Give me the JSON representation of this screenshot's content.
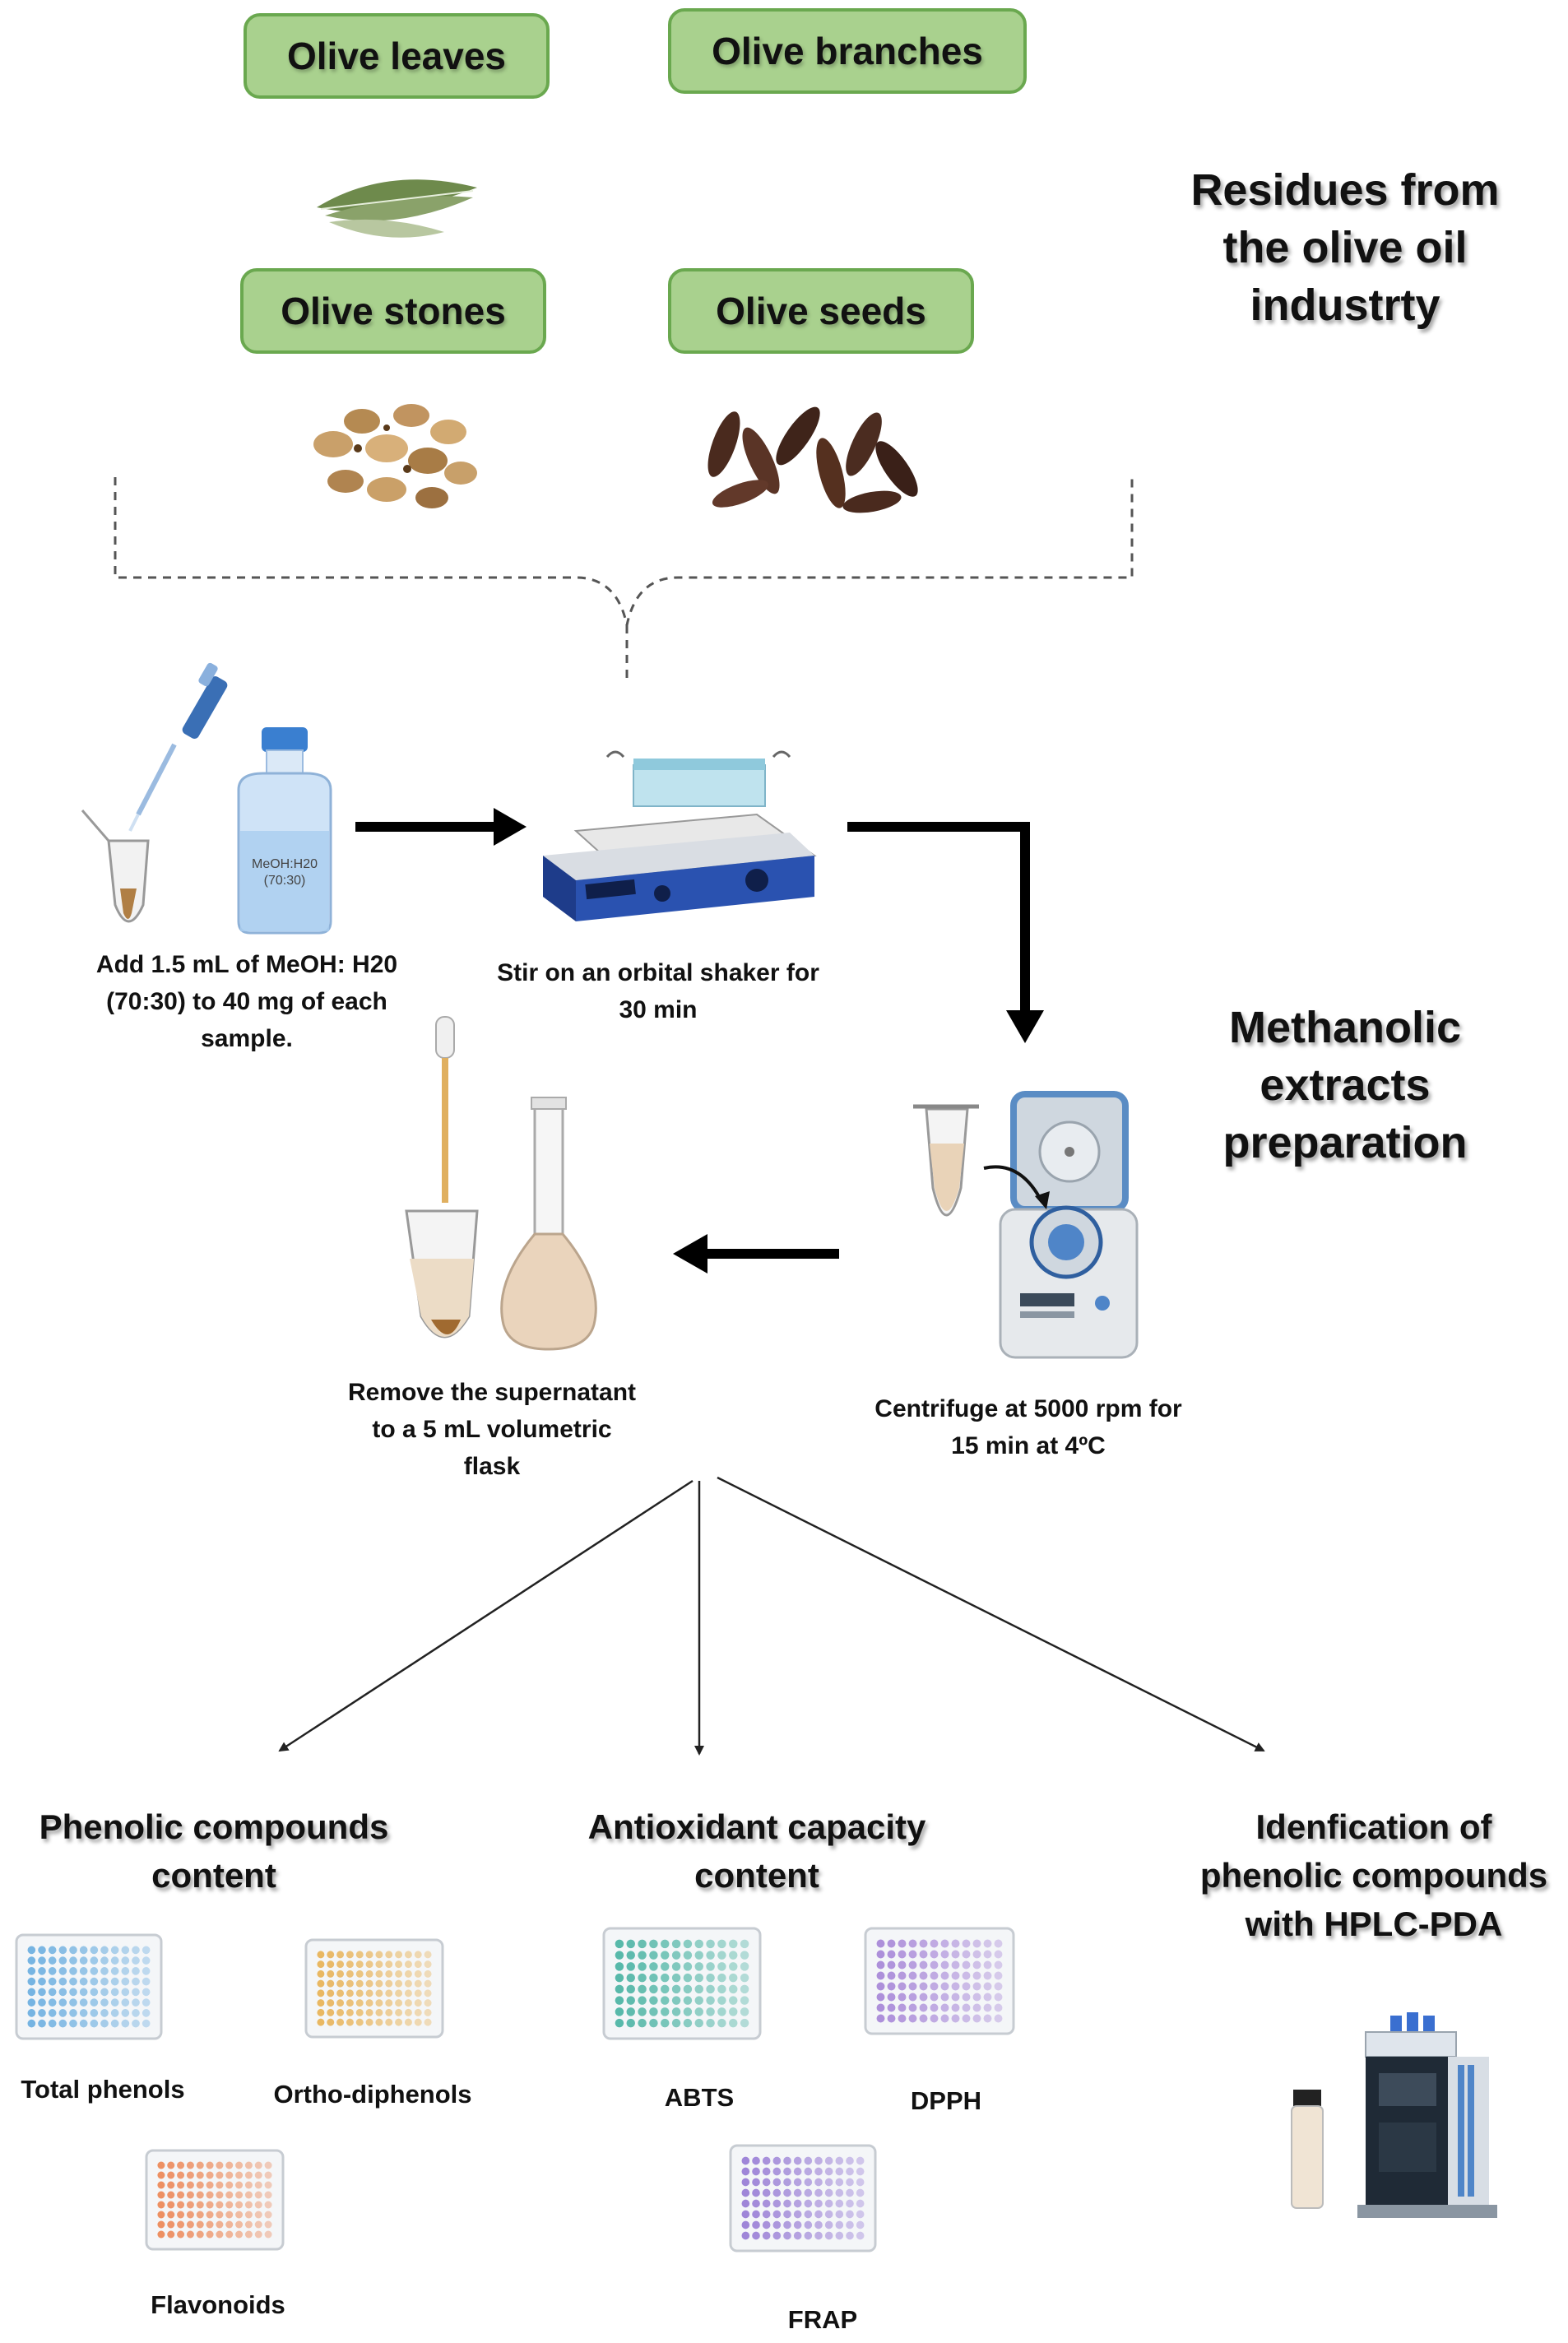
{
  "sources": {
    "olive_leaves": "Olive leaves",
    "olive_branches": "Olive branches",
    "olive_stones": "Olive stones",
    "olive_seeds": "Olive seeds"
  },
  "section_titles": {
    "residues": "Residues from the olive oil industrty",
    "methanolic": "Methanolic extracts preparation"
  },
  "steps": {
    "add_solvent": "Add 1.5 mL of MeOH: H20 (70:30) to 40 mg of each sample.",
    "bottle_label_1": "MeOH:H20",
    "bottle_label_2": "(70:30)",
    "stir": "Stir on an orbital shaker for 30 min",
    "centrifuge": "Centrifuge at 5000 rpm for 15 min at 4ºC",
    "remove": "Remove the supernatant to a 5 mL volumetric flask"
  },
  "analyses": {
    "phenolic": {
      "title": "Phenolic compounds content",
      "total_phenols": "Total phenols",
      "ortho_diphenols": "Ortho-diphenols",
      "flavonoids": "Flavonoids"
    },
    "antioxidant": {
      "title": "Antioxidant capacity content",
      "abts": "ABTS",
      "dpph": "DPPH",
      "frap": "FRAP"
    },
    "hplc": {
      "title": "Idenfication of phenolic compounds with HPLC-PDA"
    }
  },
  "colors": {
    "box_fill": "#a9d18e",
    "box_border": "#6aa84f",
    "plate_total_phenols": "#6fb0e0",
    "plate_ortho": "#e8b45a",
    "plate_flavonoids": "#ec8a5a",
    "plate_abts": "#4fb5a5",
    "plate_dpph": "#a98ad8",
    "plate_frap": "#9a7fd6"
  }
}
